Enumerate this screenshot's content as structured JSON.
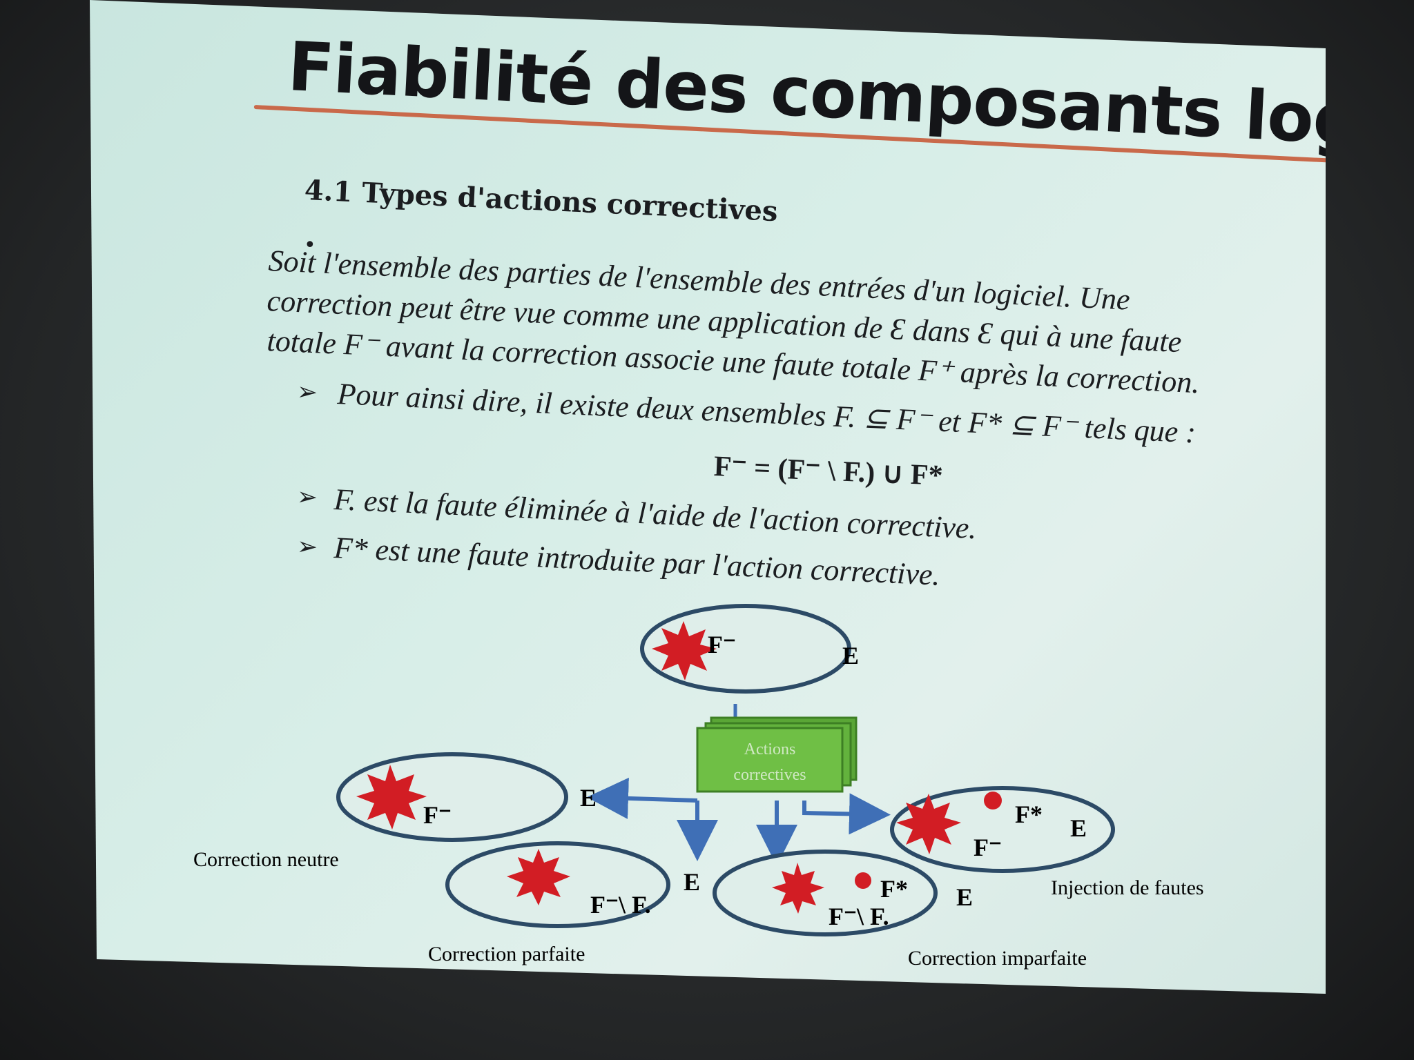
{
  "slide": {
    "title": "Fiabilité des composants logiciels",
    "section": "4.1 Types d'actions correctives",
    "bullet_symbol": "•",
    "paragraph_lines": [
      "Soit  l'ensemble des parties de l'ensemble des entrées d'un logiciel. Une",
      "correction peut être vue comme une application de Ɛ dans Ɛ qui à une faute",
      "totale F⁻ avant la correction associe une faute totale F⁺ après la correction."
    ],
    "sub_arrow": "➢",
    "sub_points": [
      "Pour ainsi dire, il existe deux ensembles F. ⊆ F⁻  et F* ⊆ F⁻  tels que :",
      "F. est la faute éliminée à l'aide de l'action corrective.",
      "F*   est une faute introduite par l'action corrective."
    ],
    "formula": "F⁻ = (F⁻ \\ F.) ∪ F*"
  },
  "diagram": {
    "top_set_label": "F⁻",
    "set_letter": "E",
    "box_label_line1": "Actions",
    "box_label_line2": "correctives",
    "left_set_label": "F⁻",
    "perfect_set_label": "F⁻\\ F.",
    "imperfect_set_label_1": "F*",
    "imperfect_set_label_2": "F⁻\\ F.",
    "injection_set_label_1": "F*",
    "injection_set_label_2": "F⁻",
    "caption_neutral": "Correction neutre",
    "caption_perfect": "Correction parfaite",
    "caption_imperfect": "Correction imparfaite",
    "caption_injection": "Injection de fautes",
    "colors": {
      "ellipse_stroke": "#2c4a66",
      "ellipse_fill": "#dfeeea",
      "fault_red": "#d21d24",
      "box_green": "#6fbf45",
      "arrow_blue": "#3f6fb6"
    }
  }
}
